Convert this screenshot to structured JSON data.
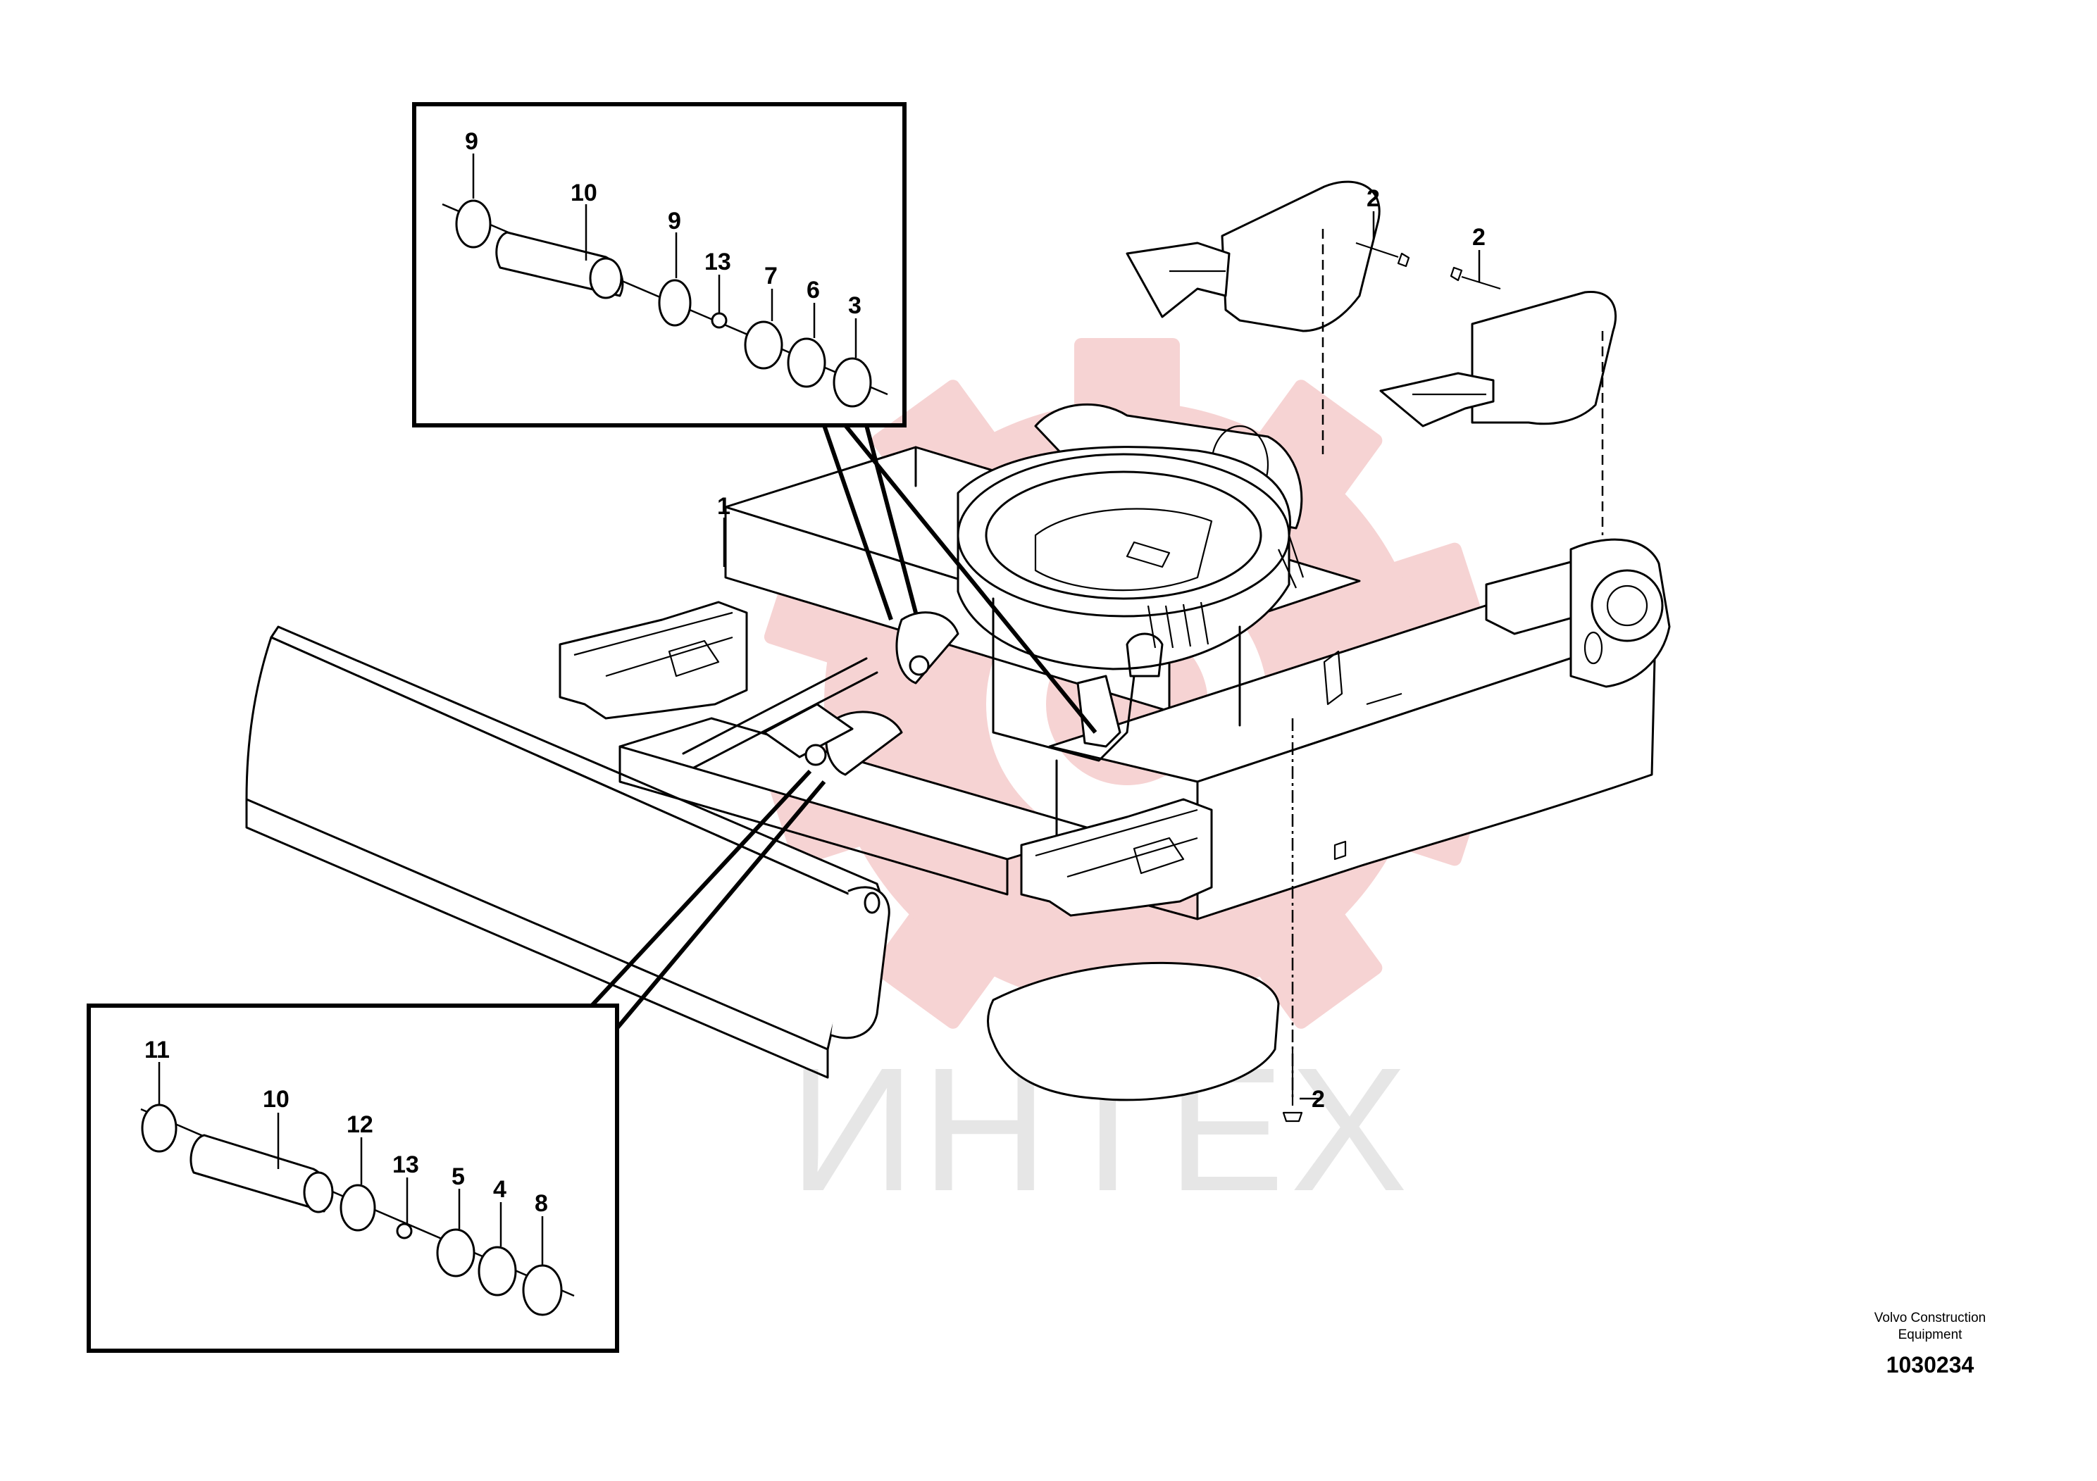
{
  "watermark": {
    "text": "ИНТЕХ",
    "gear_color": "#f6d3d3",
    "text_color": "#e6e6e6"
  },
  "callouts": {
    "c1": "1",
    "c2a": "2",
    "c2b": "2",
    "c2c": "2",
    "top_inset": {
      "c9a": "9",
      "c10": "10",
      "c9b": "9",
      "c13": "13",
      "c7": "7",
      "c6": "6",
      "c3": "3"
    },
    "bottom_inset": {
      "c11": "11",
      "c10": "10",
      "c12": "12",
      "c13": "13",
      "c5": "5",
      "c4": "4",
      "c8": "8"
    }
  },
  "credit": {
    "maker_line1": "Volvo Construction",
    "maker_line2": "Equipment",
    "drawing_number": "1030234"
  }
}
